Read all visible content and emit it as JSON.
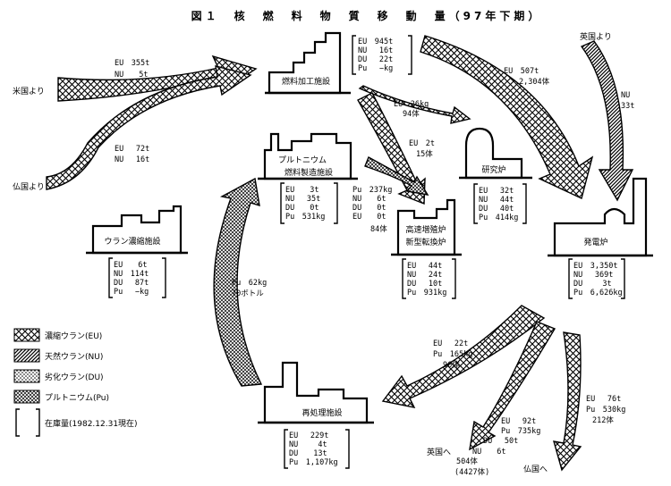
{
  "title": "図１　核　燃　料　物　質　移　動　量（97年下期）",
  "facilities": {
    "fabrication": "燃料加工施設",
    "mox_line1": "プルトニウム",
    "mox_line2": "燃料製造施設",
    "enrichment": "ウラン濃縮施設",
    "research": "研究炉",
    "fbr_line1": "高速増殖炉",
    "fbr_line2": "新型転換炉",
    "power": "発電炉",
    "reprocessing": "再処理施設"
  },
  "origins": {
    "usa": "米国より",
    "france": "仏国より",
    "uk": "英国より"
  },
  "destinations": {
    "uk": "英国へ",
    "france": "仏国へ"
  },
  "flows": {
    "usa_in": [
      "EU　355t",
      "NU　　5t"
    ],
    "france_in": [
      "EU　 72t",
      "NU　 16t"
    ],
    "uk_in": [
      "NU",
      "33t"
    ],
    "fab_to_power": [
      "EU　507t",
      "2,304体"
    ],
    "fab_to_research": [
      "EU　26kg",
      "94体"
    ],
    "fab_to_fbr": [
      "EU　2t",
      "15体"
    ],
    "mox_to_fbr": [
      "Pu　237kg",
      "NU　　6t",
      "DU　　0t",
      "EU　　0t",
      "84体"
    ],
    "reproc_to_mox": [
      "Pu　62kg",
      "70ボトル"
    ],
    "power_to_reproc": [
      "EU　 22t",
      "Pu　165kg",
      "96体"
    ],
    "to_uk": [
      "EU　 92t",
      "Pu　735kg",
      "DU　 50t",
      "NU　　6t",
      "504体",
      "(4427体)"
    ],
    "to_france": [
      "EU　 76t",
      "Pu　530kg",
      "212体"
    ]
  },
  "inventories": {
    "fabrication": [
      "EU　945t",
      "NU　 16t",
      "DU　 22t",
      "Pu　 −kg"
    ],
    "mox": [
      "EU　　3t",
      "NU　 35t",
      "DU　　0t",
      "Pu　531kg"
    ],
    "enrichment": [
      "EU　　6t",
      "NU　114t",
      "DU　 87t",
      "Pu　 −kg"
    ],
    "research": [
      "EU　 32t",
      "NU　 44t",
      "DU　 40t",
      "Pu　414kg"
    ],
    "fbr": [
      "EU　 44t",
      "NU　 24t",
      "DU　 10t",
      "Pu　931kg"
    ],
    "power": [
      "EU　3,350t",
      "NU　 369t",
      "DU　　 3t",
      "Pu　6,626kg"
    ],
    "reprocessing": [
      "EU　 229t",
      "NU　　 4t",
      "DU　　13t",
      "Pu　1,107kg"
    ]
  },
  "legend": [
    {
      "label": "濃縮ウラン(EU)",
      "pattern": "crosshatch"
    },
    {
      "label": "天然ウラン(NU)",
      "pattern": "diagonal"
    },
    {
      "label": "劣化ウラン(DU)",
      "pattern": "dots"
    },
    {
      "label": "プルトニウム(Pu)",
      "pattern": "fine-crosshatch"
    }
  ],
  "legend_note": "在庫量(1982.12.31現在)"
}
